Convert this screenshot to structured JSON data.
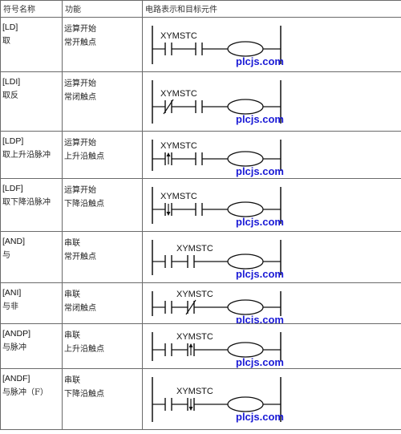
{
  "header": {
    "col_symbol": "符号名称",
    "col_function": "功能",
    "col_circuit": "电路表示和目标元件"
  },
  "rows": [
    {
      "code": "[LD]",
      "desc": "取",
      "func1": "运算开始",
      "func2": "常开触点",
      "contact_type": "no",
      "series": false,
      "label": "XYMSTC",
      "watermark": "plcjs.com"
    },
    {
      "code": "[LDI]",
      "desc": "取反",
      "func1": "运算开始",
      "func2": "常闭触点",
      "contact_type": "nc",
      "series": false,
      "label": "XYMSTC",
      "watermark": "plcjs.com"
    },
    {
      "code": "[LDP]",
      "desc": "取上升沿脉冲",
      "func1": "运算开始",
      "func2": "上升沿触点",
      "contact_type": "rising",
      "series": false,
      "label": "XYMSTC",
      "watermark": "plcjs.com"
    },
    {
      "code": "[LDF]",
      "desc": "取下降沿脉冲",
      "func1": "运算开始",
      "func2": "下降沿触点",
      "contact_type": "falling",
      "series": false,
      "label": "XYMSTC",
      "watermark": "plcjs.com"
    },
    {
      "code": "[AND]",
      "desc": "与",
      "func1": "串联",
      "func2": "常开触点",
      "contact_type": "no",
      "series": true,
      "label": "XYMSTC",
      "watermark": "plcjs.com"
    },
    {
      "code": "[ANI]",
      "desc": "与非",
      "func1": "串联",
      "func2": "常闭触点",
      "contact_type": "nc",
      "series": true,
      "label": "XYMSTC",
      "watermark": "plcjs.com"
    },
    {
      "code": "[ANDP]",
      "desc": "与脉冲",
      "func1": "串联",
      "func2": "上升沿触点",
      "contact_type": "rising",
      "series": true,
      "label": "XYMSTC",
      "watermark": "plcjs.com"
    },
    {
      "code": "[ANDF]",
      "desc": "与脉冲（F）",
      "func1": "串联",
      "func2": "下降沿触点",
      "contact_type": "falling",
      "series": true,
      "label": "XYMSTC",
      "watermark": "plcjs.com"
    }
  ],
  "colors": {
    "watermark": "#1a1ad6",
    "line": "#111111",
    "border": "#6a6a6a"
  }
}
